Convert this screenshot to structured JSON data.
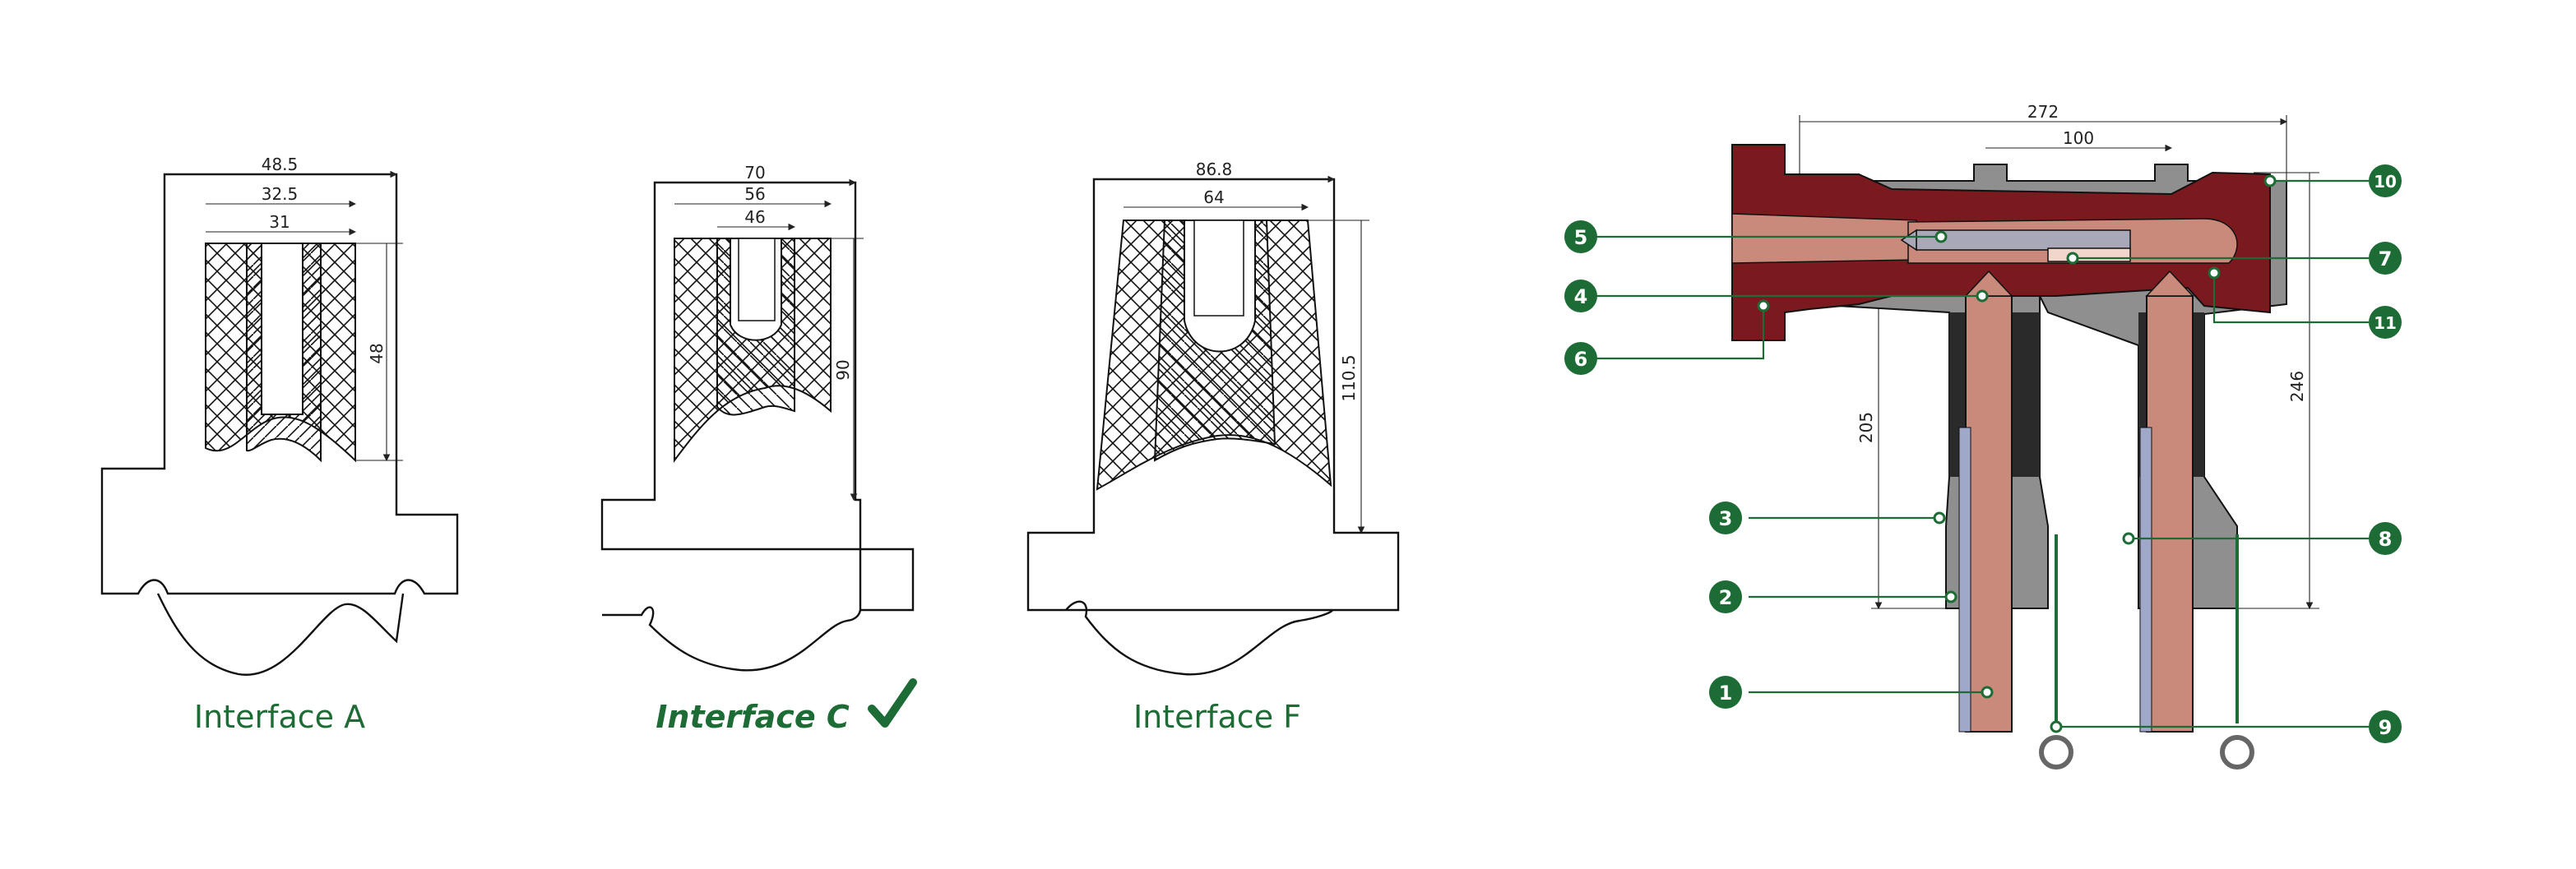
{
  "interfaces": [
    {
      "caption": "Interface A",
      "dims": {
        "overall_width": "48.5",
        "middle_width": "32.5",
        "inner_width": "31",
        "height": "48"
      }
    },
    {
      "caption": "Interface C",
      "selected": true,
      "dims": {
        "overall_width": "70",
        "middle_width": "56",
        "inner_width": "46",
        "height": "90"
      }
    },
    {
      "caption": "Interface F",
      "dims": {
        "overall_width": "86.8",
        "inner_width": "64",
        "height": "110.5"
      }
    }
  ],
  "assembly": {
    "dims": {
      "overall_length": "272",
      "pitch": "100",
      "height_left": "205",
      "height_right": "246"
    },
    "callouts": [
      "1",
      "2",
      "3",
      "4",
      "5",
      "6",
      "7",
      "8",
      "9",
      "10",
      "11"
    ]
  },
  "colors": {
    "accent": "#1d6b35",
    "housing_dark": "#7a1a1f",
    "copper": "#c98a7c",
    "insulation_gray": "#9a9a9a",
    "dark_gray": "#2a2a2a"
  },
  "icons": {
    "selected_mark": "check-icon"
  }
}
